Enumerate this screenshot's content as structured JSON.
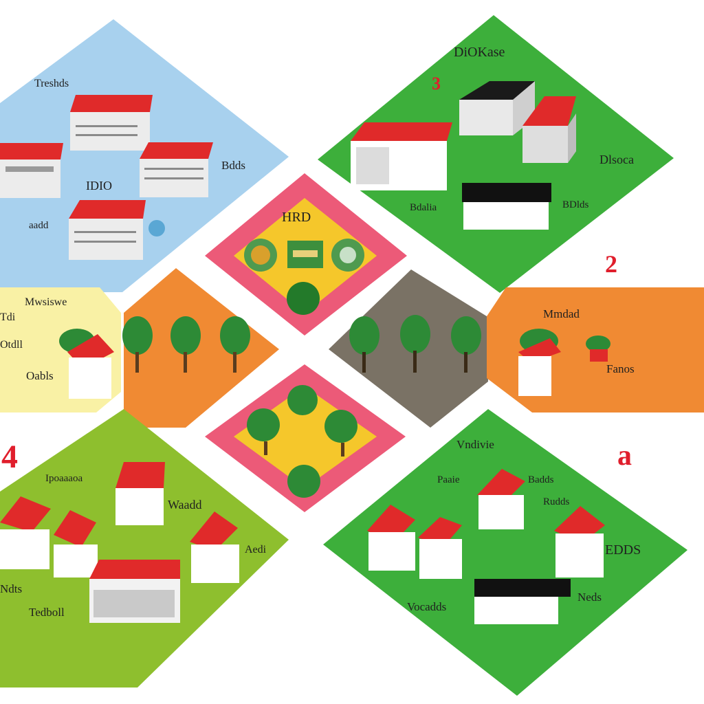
{
  "labels": {
    "tl_a": "Treshds",
    "tl_b": "Bdds",
    "tl_c": "IDIO",
    "tl_d": "aadd",
    "tr_a": "DiOKase",
    "tr_b": "Dlsoca",
    "tr_c": "Bdalia",
    "tr_d": "BDlds",
    "tr_num": "3",
    "ctr_top": "HRD",
    "ml_a": "Mwsiswe",
    "ml_b": "Otdll",
    "ml_c": "Oabls",
    "ml_d": "Tdi",
    "mr_a": "Mmdad",
    "mr_b": "Fanos",
    "mr_num": "2",
    "bl_num": "4",
    "bl_a": "Ipoaaaoa",
    "bl_b": "Waadd",
    "bl_c": "Ndts",
    "bl_d": "Tedboll",
    "bl_e": "Aedi",
    "br_num": "a",
    "br_a": "Vndivie",
    "br_b": "Paaie",
    "br_c": "Badds",
    "br_d": "Rudds",
    "br_e": "EDDS",
    "br_f": "Vocadds",
    "br_g": "Neds"
  },
  "colors": {
    "blue": "#a8d1ee",
    "green": "#3daf3b",
    "olive": "#8ebf2e",
    "yellow": "#f9f1a5",
    "orange": "#f08a33",
    "taupe": "#7a7265",
    "pink": "#ec5a78",
    "gold": "#f5c72b",
    "roof": "#e02a2a"
  }
}
